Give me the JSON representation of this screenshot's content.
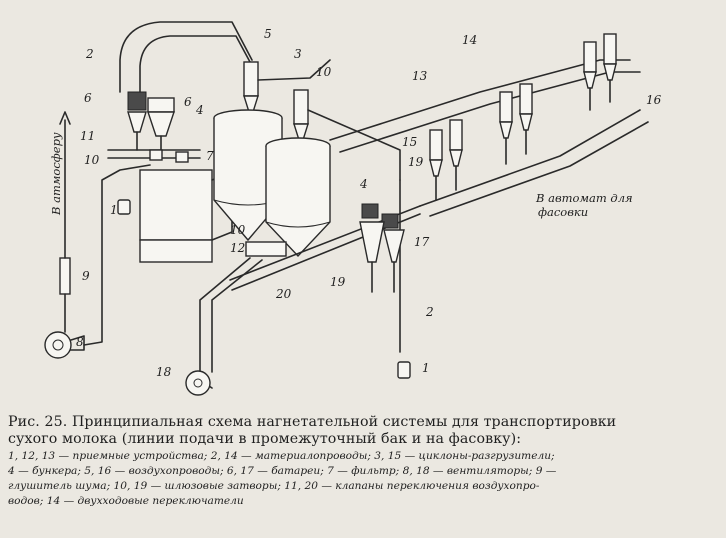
{
  "diagram": {
    "labels": [
      "1",
      "2",
      "3",
      "4",
      "5",
      "6",
      "7",
      "8",
      "9",
      "10",
      "11",
      "12",
      "13",
      "14",
      "15",
      "16",
      "17",
      "18",
      "19",
      "20"
    ],
    "notes": {
      "atmosphere": "В атмосферу",
      "to_packing_1": "В автомат для",
      "to_packing_2": "фасовки"
    }
  },
  "caption": {
    "title_1": "Рис. 25. Принципиальная схема нагнетательной системы для транспортировки",
    "title_2": "сухого молока (линии подачи в промежуточный бак и на фасовку):",
    "legend_1": "1, 12, 13 — приемные устройства; 2, 14 — материалопроводы; 3, 15 — циклоны-разгрузители;",
    "legend_2": "4 — бункера; 5, 16 — воздухопроводы; 6, 17 — батареи; 7 — фильтр; 8, 18 — вентиляторы; 9 —",
    "legend_3": "глушитель шума; 10, 19 — шлюзовые затворы; 11, 20 — клапаны переключения воздухопро-",
    "legend_4": "водов; 14 — двухходовые переключатели"
  }
}
